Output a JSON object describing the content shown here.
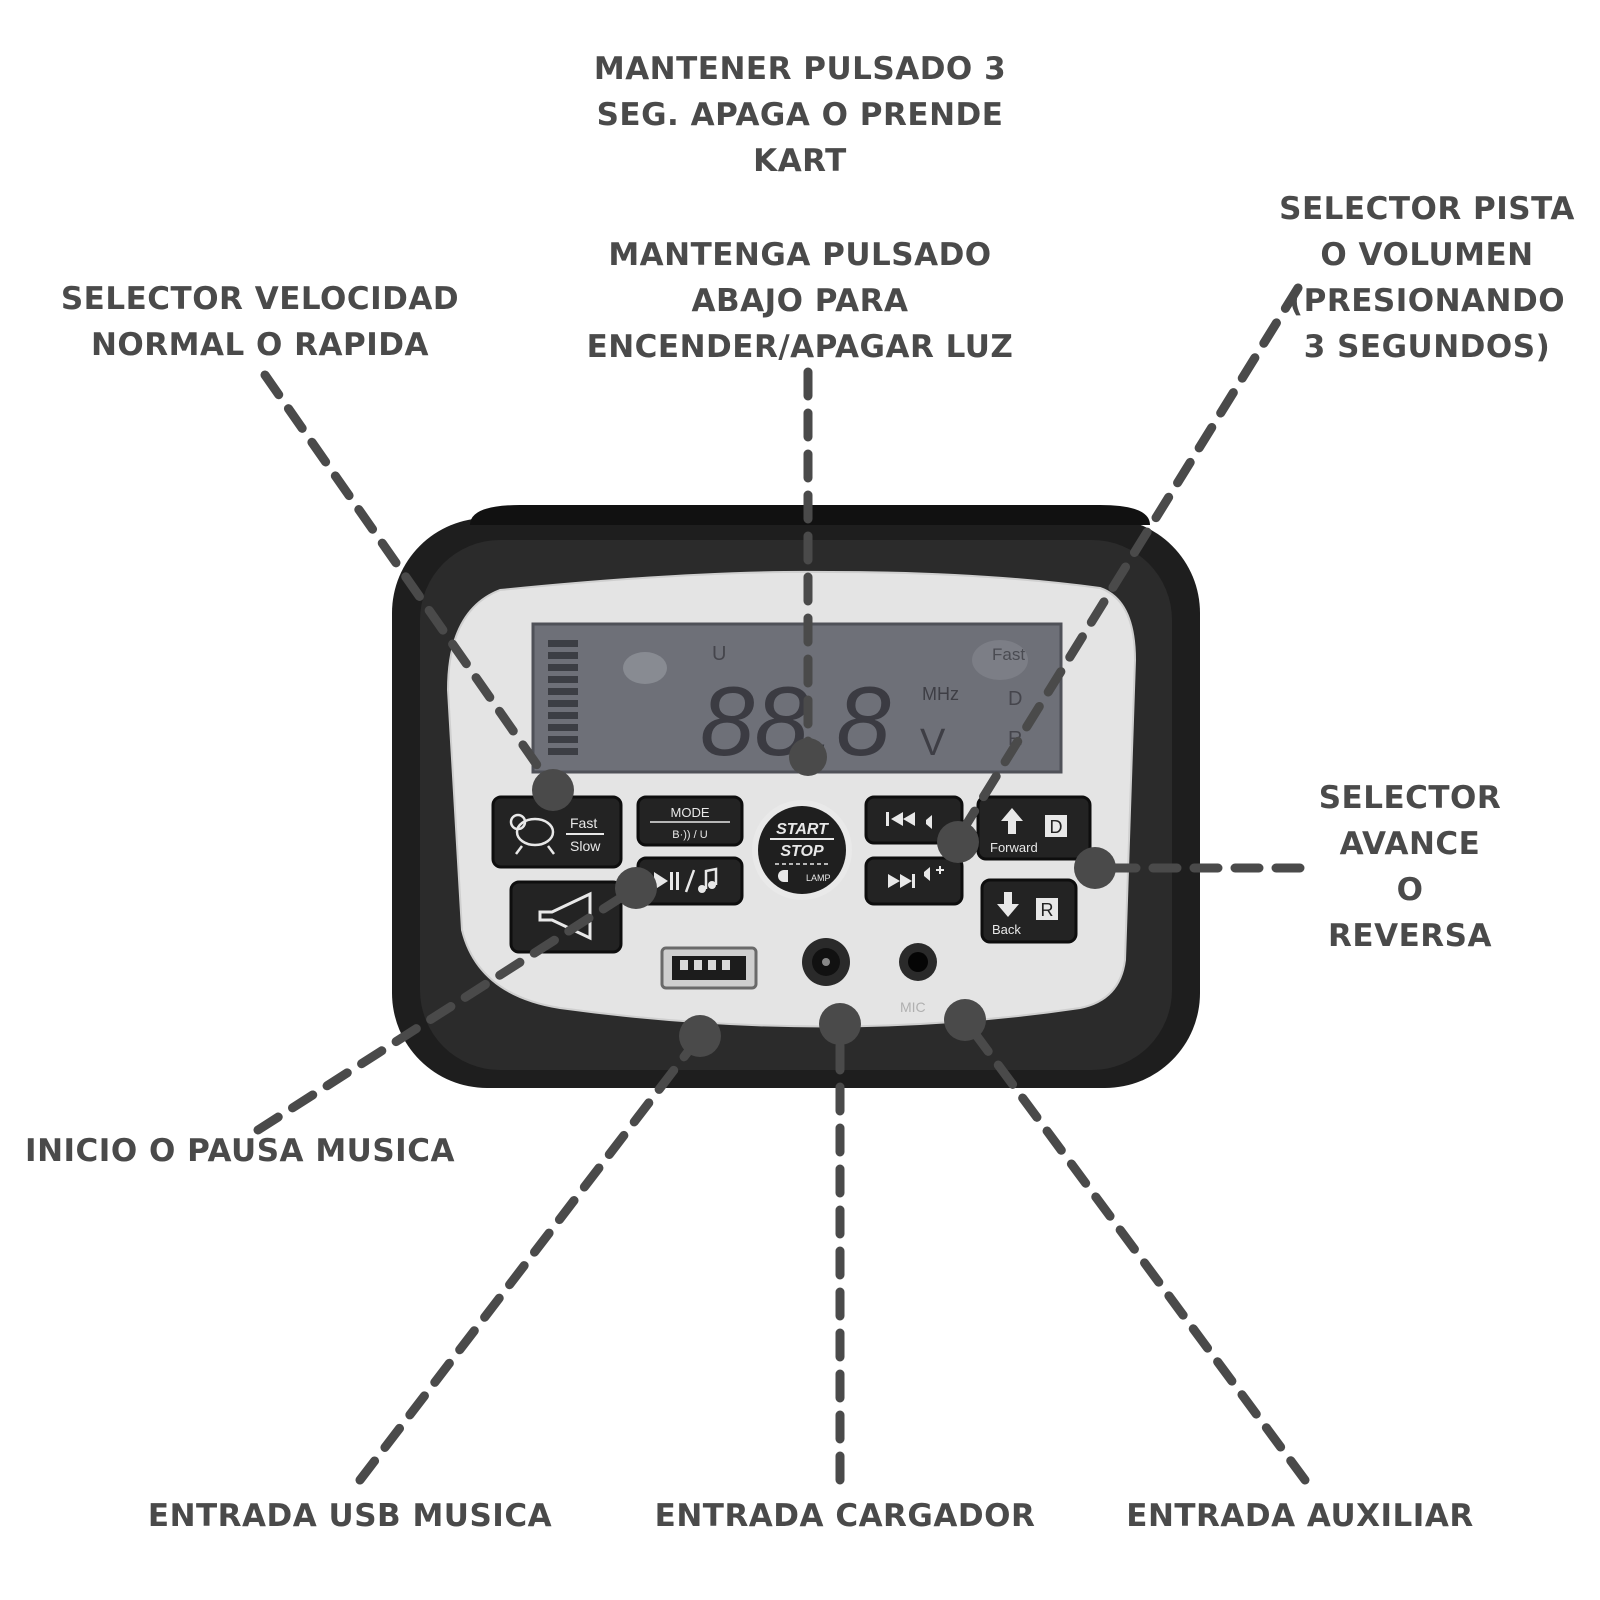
{
  "colors": {
    "callout_text": "#4a4a4a",
    "callout_line": "#4a4a4a",
    "housing": "#1e1e1e",
    "faceplate": "#e4e4e4",
    "lcd": "#6e7078",
    "button": "#232323"
  },
  "callouts": {
    "power_hold": {
      "lines": [
        "MANTENER PULSADO 3",
        "SEG. APAGA O PRENDE",
        "KART"
      ]
    },
    "light_hold": {
      "lines": [
        "MANTENGA PULSADO",
        "ABAJO PARA",
        "ENCENDER/APAGAR LUZ"
      ]
    },
    "speed_selector": {
      "lines": [
        "SELECTOR VELOCIDAD",
        "NORMAL O RAPIDA"
      ]
    },
    "track_volume": {
      "lines": [
        "SELECTOR PISTA",
        "O VOLUMEN",
        "(PRESIONANDO",
        "3 SEGUNDOS)"
      ]
    },
    "direction": {
      "lines": [
        "SELECTOR",
        "AVANCE",
        "O",
        "REVERSA"
      ]
    },
    "play_pause": {
      "lines": [
        "INICIO O PAUSA MUSICA"
      ]
    },
    "usb": {
      "lines": [
        "ENTRADA USB MUSICA"
      ]
    },
    "charger": {
      "lines": [
        "ENTRADA CARGADOR"
      ]
    },
    "aux": {
      "lines": [
        "ENTRADA AUXILIAR"
      ]
    }
  },
  "panel": {
    "display": {
      "digits": "88.8",
      "unit_v": "V",
      "unit_mhz": "MHz",
      "mark_u": "U",
      "mark_d": "D",
      "mark_r": "R",
      "mark_fast": "Fast"
    },
    "buttons": {
      "speed": {
        "top": "Fast",
        "bottom": "Slow",
        "icon": "turtle-icon"
      },
      "mode": {
        "top": "MODE",
        "bottom": "B·)) / U"
      },
      "start_stop": {
        "line1": "START",
        "line2": "STOP",
        "lamp": "LAMP"
      },
      "prev_vol_down": {
        "icon": "previous-track-icon"
      },
      "next_vol_up": {
        "icon": "next-track-icon"
      },
      "play_music": {
        "icon": "play-pause-music-icon"
      },
      "horn": {
        "icon": "horn-icon"
      },
      "forward": {
        "label": "Forward",
        "letter": "D",
        "icon": "arrow-up-icon"
      },
      "back": {
        "label": "Back",
        "letter": "R",
        "icon": "arrow-down-icon"
      }
    },
    "ports": {
      "usb_icon": "usb-port-icon",
      "dc_icon": "dc-jack-icon",
      "aux_icon": "aux-jack-icon",
      "mic_label": "MIC"
    }
  }
}
